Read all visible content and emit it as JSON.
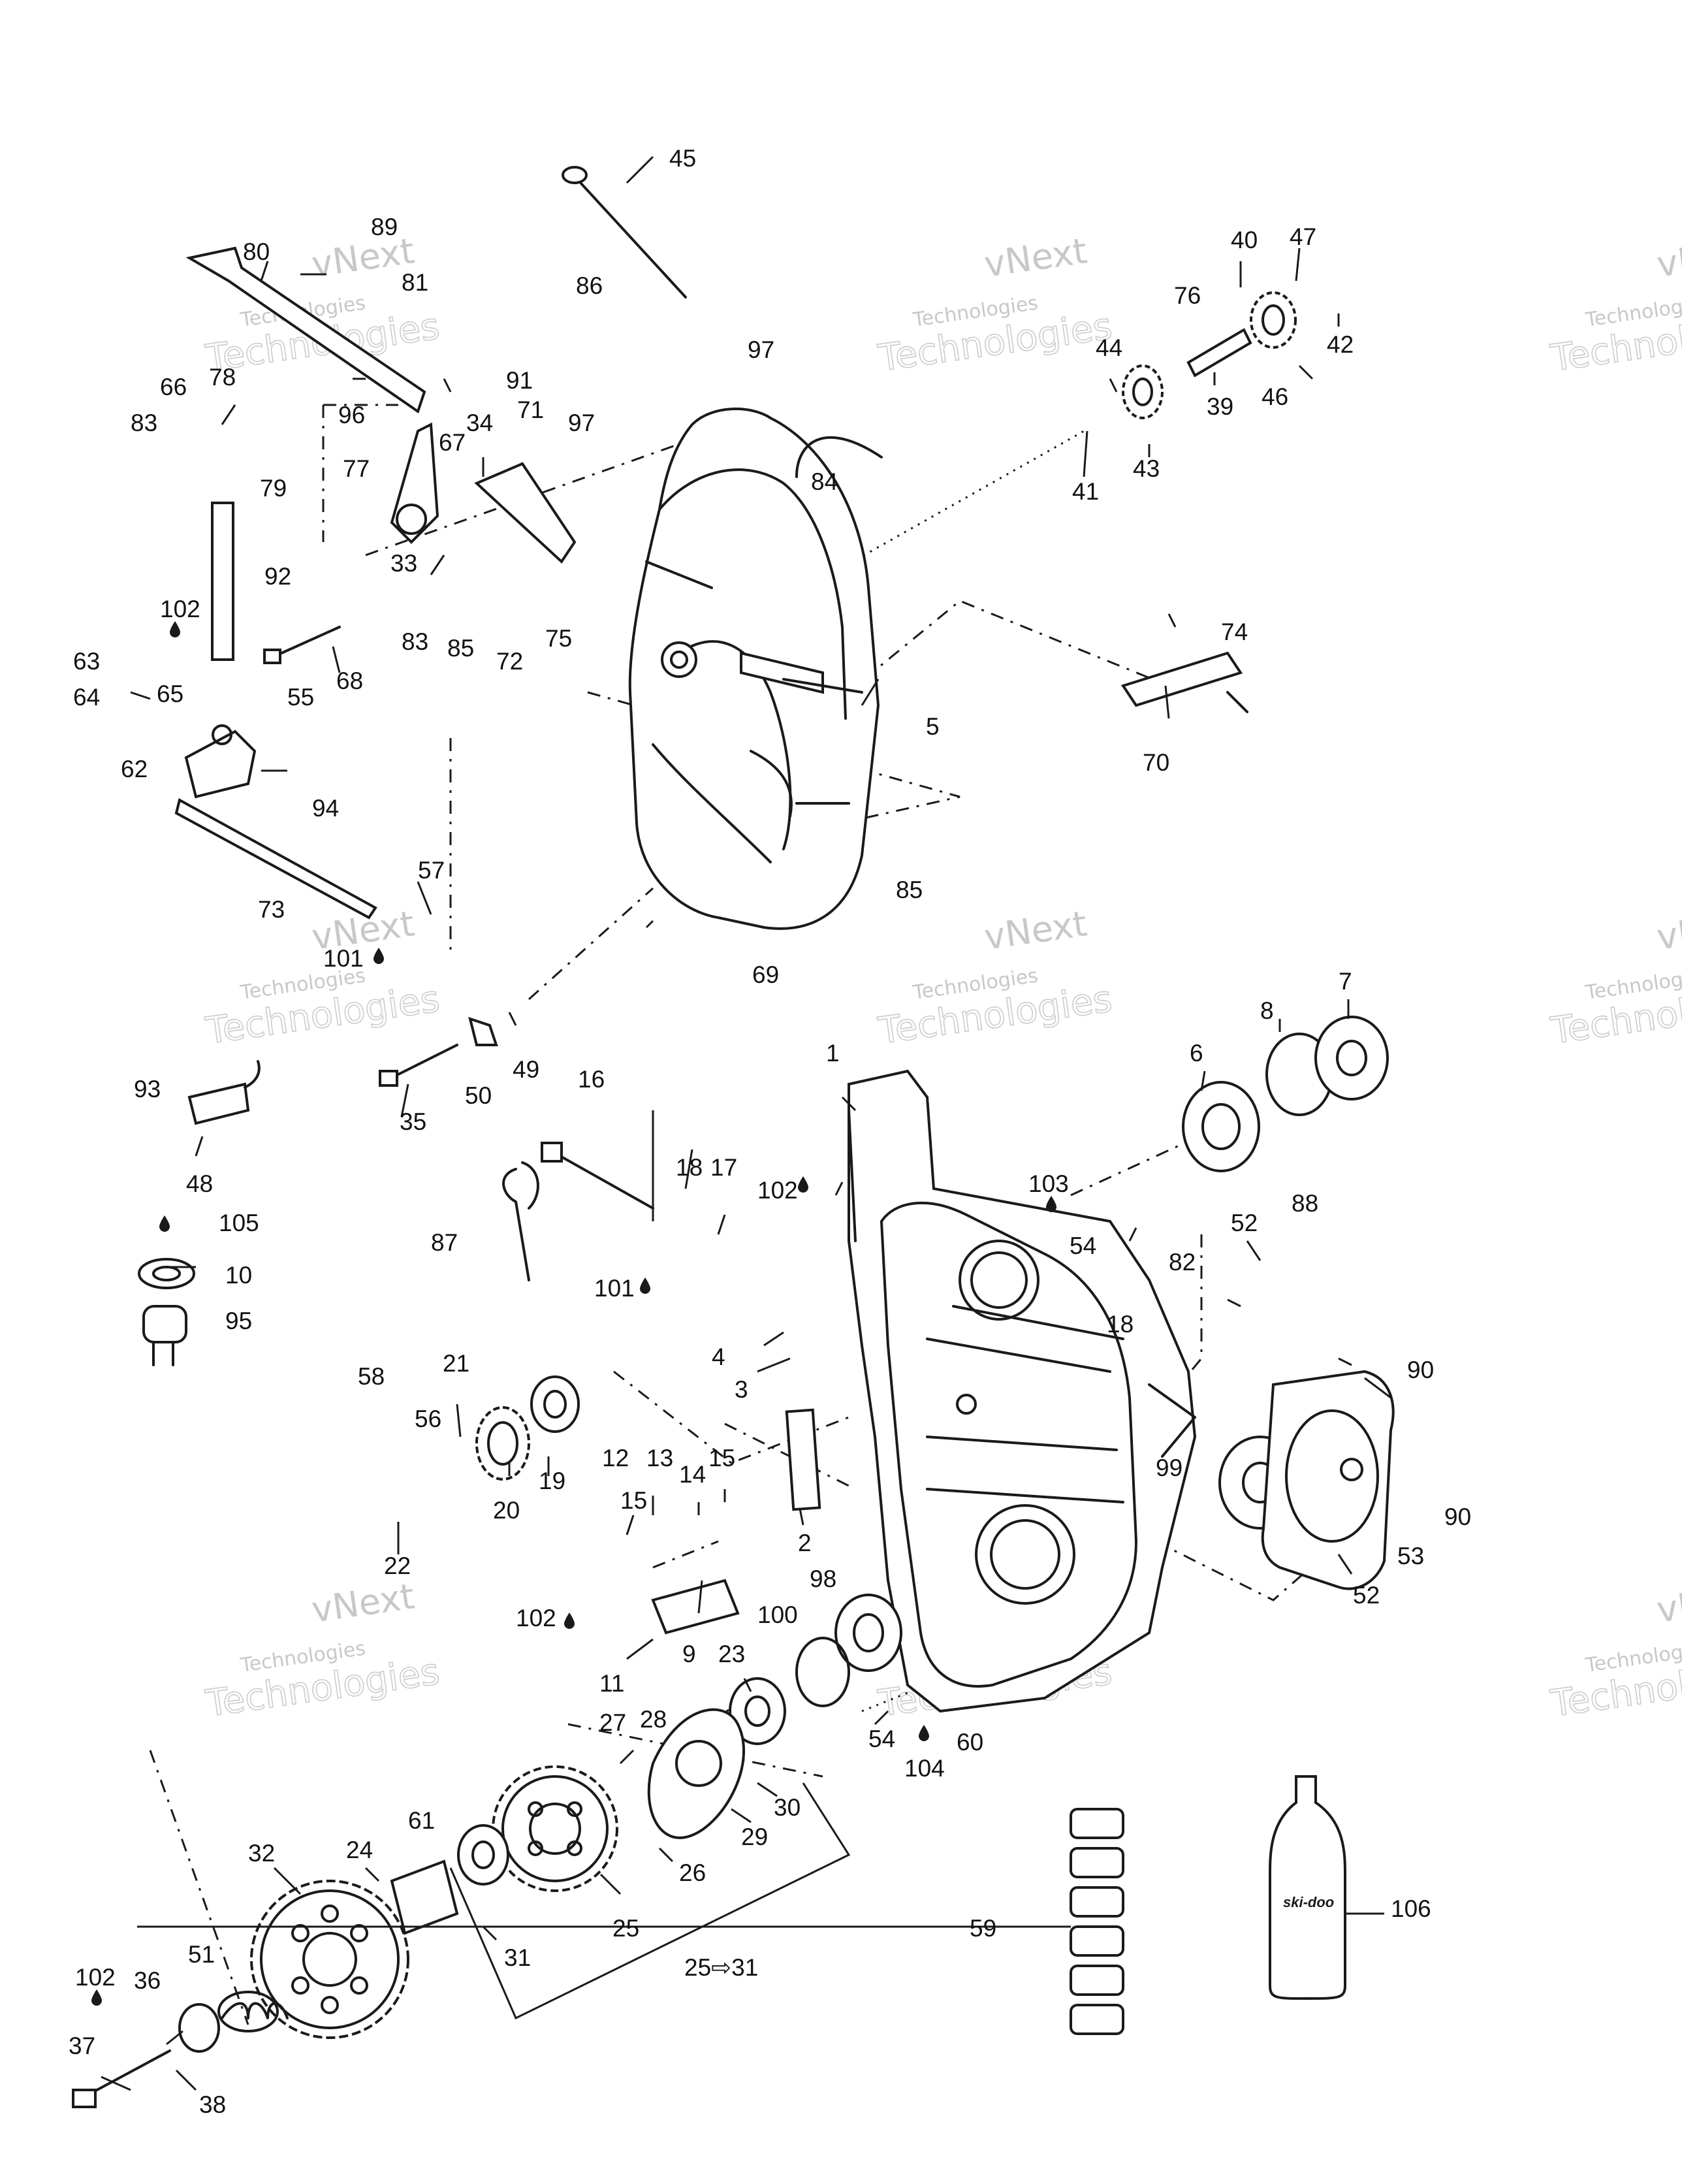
{
  "watermark": {
    "line1": "vNext",
    "line2": "Technologies",
    "line3": "Technologies"
  },
  "product_label": "ski-doo",
  "callouts": {
    "c1": "1",
    "c2": "2",
    "c3": "3",
    "c4": "4",
    "c5": "5",
    "c6": "6",
    "c7": "7",
    "c8": "8",
    "c9": "9",
    "c10": "10",
    "c11": "11",
    "c12": "12",
    "c13": "13",
    "c14": "14",
    "c15a": "15",
    "c15b": "15",
    "c16": "16",
    "c17": "17",
    "c18a": "18",
    "c18b": "18",
    "c19": "19",
    "c20": "20",
    "c21": "21",
    "c22": "22",
    "c23": "23",
    "c24": "24",
    "c25": "25",
    "c25_31": "25⇨31",
    "c26": "26",
    "c27": "27",
    "c28": "28",
    "c29": "29",
    "c30": "30",
    "c31": "31",
    "c32": "32",
    "c33": "33",
    "c34": "34",
    "c35": "35",
    "c36": "36",
    "c37": "37",
    "c38": "38",
    "c39": "39",
    "c40": "40",
    "c41": "41",
    "c42": "42",
    "c43": "43",
    "c44": "44",
    "c45": "45",
    "c46": "46",
    "c47": "47",
    "c48": "48",
    "c49": "49",
    "c50": "50",
    "c51": "51",
    "c52a": "52",
    "c52b": "52",
    "c53": "53",
    "c54a": "54",
    "c54b": "54",
    "c55": "55",
    "c56": "56",
    "c57": "57",
    "c58": "58",
    "c59": "59",
    "c60": "60",
    "c61": "61",
    "c62": "62",
    "c63": "63",
    "c64": "64",
    "c65": "65",
    "c66": "66",
    "c67": "67",
    "c68": "68",
    "c69": "69",
    "c70": "70",
    "c71": "71",
    "c72": "72",
    "c73": "73",
    "c74": "74",
    "c75": "75",
    "c76": "76",
    "c77": "77",
    "c78": "78",
    "c79": "79",
    "c80": "80",
    "c81": "81",
    "c82": "82",
    "c83a": "83",
    "c83b": "83",
    "c84": "84",
    "c85a": "85",
    "c85b": "85",
    "c86": "86",
    "c87": "87",
    "c88": "88",
    "c89": "89",
    "c90a": "90",
    "c90b": "90",
    "c91": "91",
    "c92": "92",
    "c93": "93",
    "c94": "94",
    "c95": "95",
    "c96": "96",
    "c97a": "97",
    "c97b": "97",
    "c98": "98",
    "c99": "99",
    "c100": "100",
    "c101a": "101",
    "c101b": "101",
    "c102a": "102",
    "c102b": "102",
    "c102c": "102",
    "c102d": "102",
    "c103": "103",
    "c104": "104",
    "c105": "105",
    "c106": "106"
  },
  "icons": {
    "lubricant_drop": "drop-icon"
  }
}
